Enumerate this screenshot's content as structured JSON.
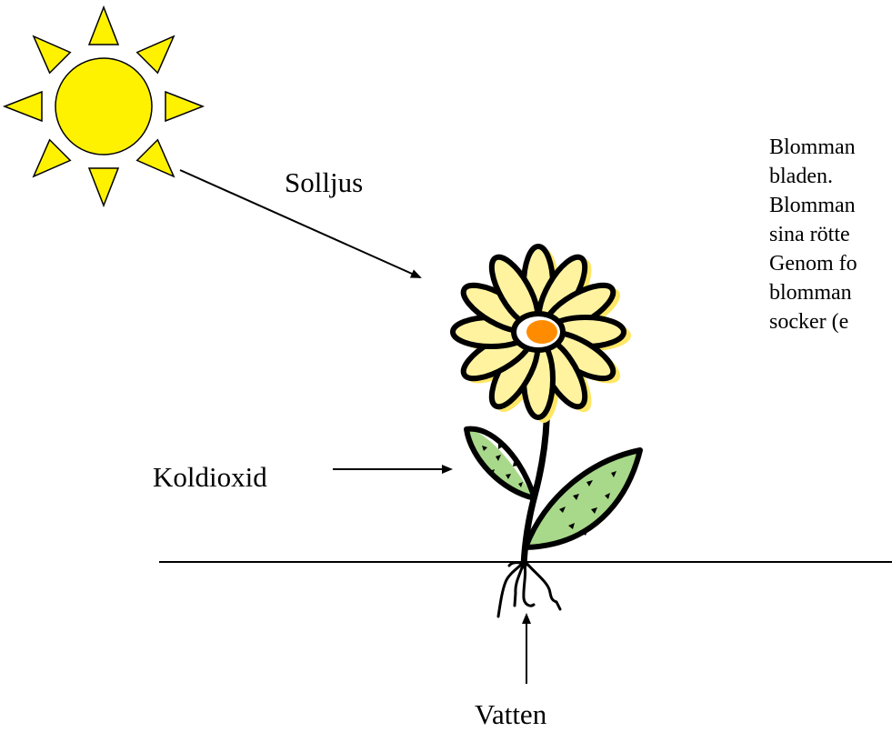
{
  "labels": {
    "sunlight": "Solljus",
    "co2": "Koldioxid",
    "water": "Vatten"
  },
  "paragraph": [
    "Blomman",
    "bladen.",
    "Blomman",
    "sina rötte",
    "Genom fo",
    "blomman",
    "socker (e"
  ],
  "colors": {
    "sun": "#FFF200",
    "petal": "#FFF3A0",
    "petal_shadow": "#FFE766",
    "center": "#FF8C00",
    "leaf": "#A8D98A",
    "ink": "#000000"
  },
  "icons": [
    "sun-icon",
    "flower-icon"
  ]
}
